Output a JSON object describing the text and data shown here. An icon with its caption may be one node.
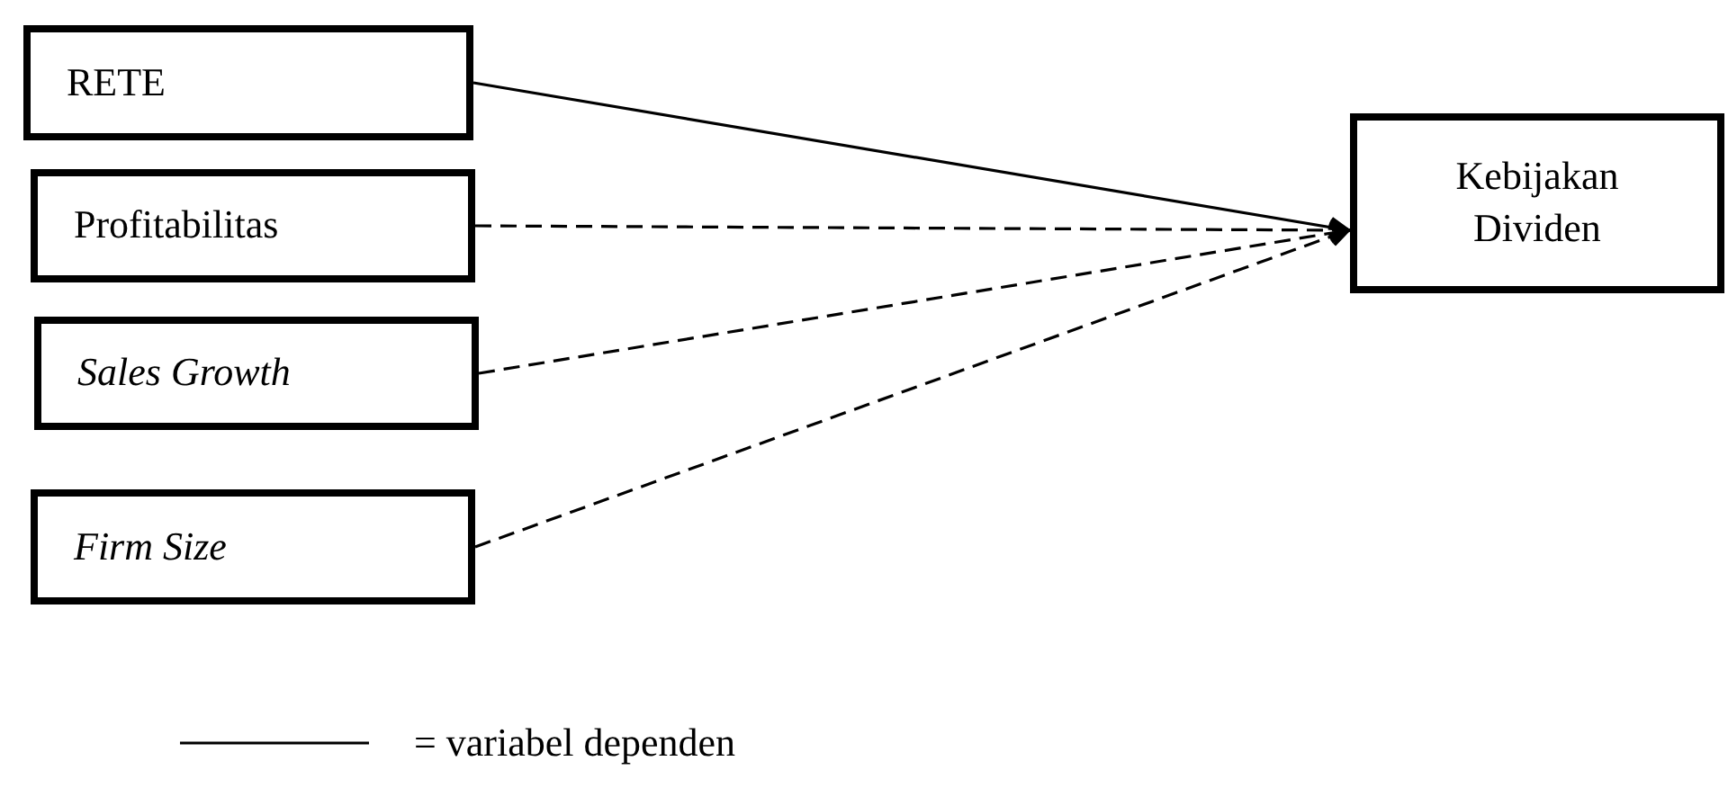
{
  "diagram": {
    "nodes": [
      {
        "text": [
          "RETE"
        ]
      },
      {
        "text": [
          "Profitabilitas"
        ]
      },
      {
        "text": [
          "Sales Growth"
        ]
      },
      {
        "text": [
          "Firm Size"
        ]
      },
      {
        "text": [
          "Kebijakan Dividen"
        ]
      }
    ],
    "edges": [
      {
        "from": 0,
        "to": 4,
        "arrow": "to"
      },
      {
        "from": 1,
        "to": 4,
        "arrow": "to",
        "style": "dashed"
      },
      {
        "from": 2,
        "to": 4,
        "arrow": "to",
        "style": "dashed"
      },
      {
        "from": 3,
        "to": 4,
        "arrow": "to",
        "style": "dashed"
      }
    ],
    "legend": [
      {
        "text": "= variabel dependen"
      }
    ]
  }
}
